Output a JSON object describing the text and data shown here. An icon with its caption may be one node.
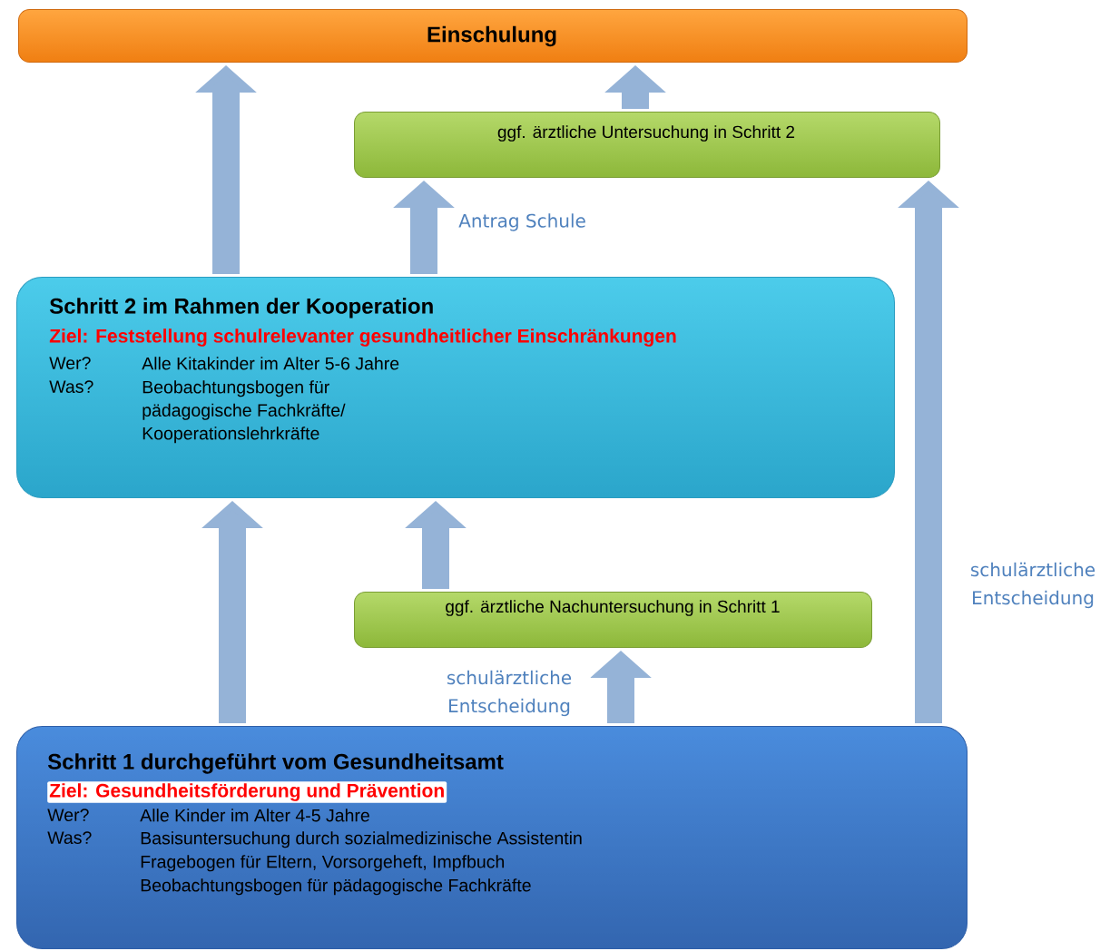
{
  "diagram": {
    "nodes": [
      {
        "text": [
          "Einschulung"
        ]
      },
      {
        "text": [
          "ggf. ärztliche Untersuchung in Schritt 2"
        ]
      },
      {
        "text": [
          "Schritt 2 im Rahmen der Kooperation",
          "Ziel: Feststellung schulrelevanter gesundheitlicher Einschränkungen",
          "Wer?",
          "Alle Kitakinder im Alter 5-6 Jahre",
          "Was?",
          "Beobachtungsbogen für pädagogische Fachkräfte/ Kooperationslehrkräfte"
        ]
      },
      {
        "text": [
          "ggf. ärztliche Nachuntersuchung in Schritt 1"
        ]
      },
      {
        "text": [
          "Schritt 1 durchgeführt vom Gesundheitsamt",
          "Ziel: Gesundheitsförderung und Prävention",
          "Wer?",
          "Alle Kinder im Alter 4-5 Jahre",
          "Was?",
          "Basisuntersuchung durch sozialmedizinische Assistentin",
          "Fragebogen für Eltern, Vorsorgeheft, Impfbuch",
          "Beobachtungsbogen für pädagogische Fachkräfte"
        ]
      }
    ],
    "edges": [
      {
        "from": 2,
        "to": 0,
        "arrow": "to"
      },
      {
        "from": 1,
        "to": 0,
        "arrow": "to"
      },
      {
        "from": 2,
        "to": 1,
        "arrow": "to",
        "label": "Antrag Schule"
      },
      {
        "from": 4,
        "to": 2,
        "arrow": "to"
      },
      {
        "from": 3,
        "to": 2,
        "arrow": "to"
      },
      {
        "from": 4,
        "to": 3,
        "arrow": "to",
        "label": "schulärztliche Entscheidung"
      },
      {
        "from": 4,
        "to": 1,
        "arrow": "to",
        "label": "schulärztliche Entscheidung"
      }
    ]
  }
}
